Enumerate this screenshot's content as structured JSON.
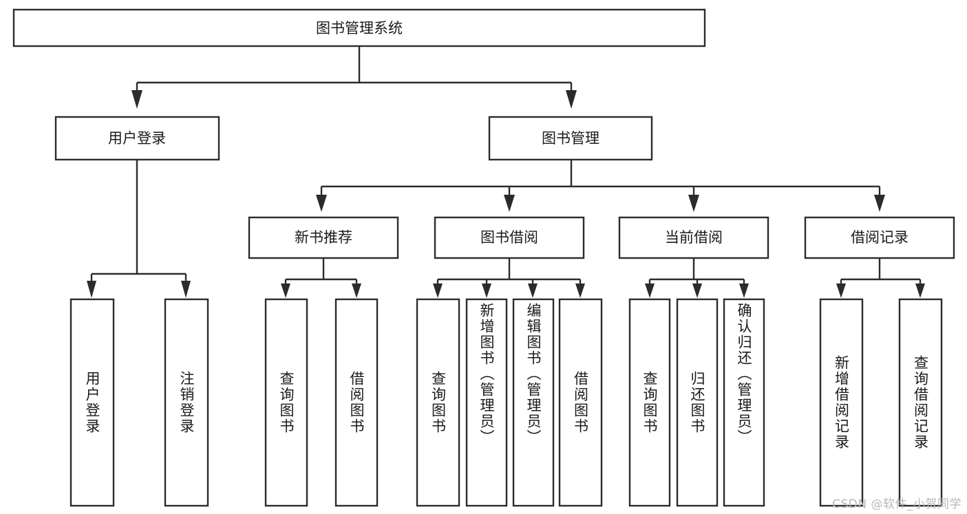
{
  "diagram": {
    "title": "图书管理系统",
    "type": "tree",
    "root": {
      "id": "root",
      "label": "图书管理系统",
      "orientation": "horizontal"
    },
    "level2": [
      {
        "id": "user-login",
        "label": "用户登录",
        "orientation": "horizontal"
      },
      {
        "id": "book-manage",
        "label": "图书管理",
        "orientation": "horizontal"
      }
    ],
    "level3": [
      {
        "id": "new-book-rec",
        "label": "新书推荐",
        "orientation": "horizontal",
        "parent": "book-manage"
      },
      {
        "id": "book-borrow",
        "label": "图书借阅",
        "orientation": "horizontal",
        "parent": "book-manage"
      },
      {
        "id": "current-borrow",
        "label": "当前借阅",
        "orientation": "horizontal",
        "parent": "book-manage"
      },
      {
        "id": "borrow-record",
        "label": "借阅记录",
        "orientation": "horizontal",
        "parent": "book-manage"
      }
    ],
    "leaves": {
      "user-login": [
        {
          "id": "leaf-user-login",
          "label": "用户登录",
          "orientation": "vertical"
        },
        {
          "id": "leaf-logout",
          "label": "注销登录",
          "orientation": "vertical"
        }
      ],
      "new-book-rec": [
        {
          "id": "leaf-query-book-1",
          "label": "查询图书",
          "orientation": "vertical"
        },
        {
          "id": "leaf-borrow-book-1",
          "label": "借阅图书",
          "orientation": "vertical"
        }
      ],
      "book-borrow": [
        {
          "id": "leaf-query-book-2",
          "label": "查询图书",
          "orientation": "vertical"
        },
        {
          "id": "leaf-add-book",
          "label": "新增图书（管理员）",
          "orientation": "vertical"
        },
        {
          "id": "leaf-edit-book",
          "label": "编辑图书（管理员）",
          "orientation": "vertical"
        },
        {
          "id": "leaf-borrow-book-2",
          "label": "借阅图书",
          "orientation": "vertical"
        }
      ],
      "current-borrow": [
        {
          "id": "leaf-query-book-3",
          "label": "查询图书",
          "orientation": "vertical"
        },
        {
          "id": "leaf-return-book",
          "label": "归还图书",
          "orientation": "vertical"
        },
        {
          "id": "leaf-confirm-return",
          "label": "确认归还（管理员）",
          "orientation": "vertical"
        }
      ],
      "borrow-record": [
        {
          "id": "leaf-add-record",
          "label": "新增借阅记录",
          "orientation": "vertical"
        },
        {
          "id": "leaf-query-record",
          "label": "查询借阅记录",
          "orientation": "vertical"
        }
      ]
    }
  },
  "watermark": {
    "text": "CSDN @软件_小贺同学"
  },
  "colors": {
    "box_stroke": "#2b2b2b",
    "box_fill": "#ffffff",
    "text": "#1a1a1a",
    "background": "#ffffff",
    "watermark": "#b8b8b8"
  }
}
